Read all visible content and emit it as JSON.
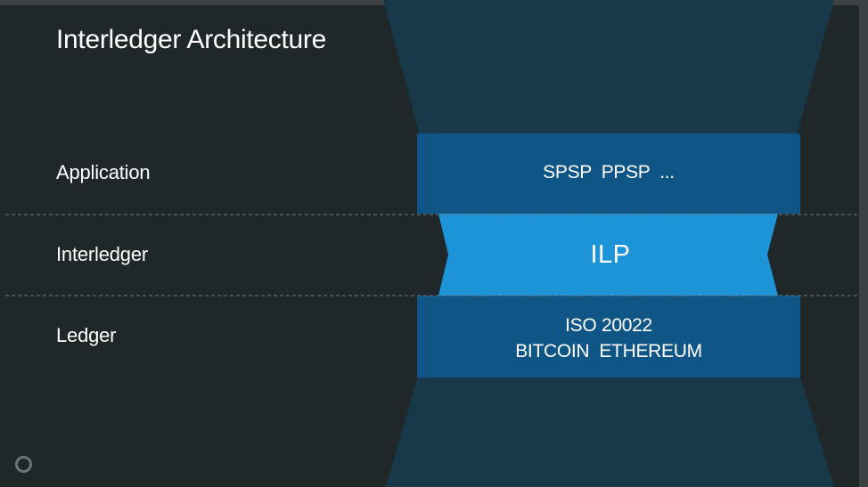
{
  "slide": {
    "title": "Interledger Architecture"
  },
  "layers": [
    {
      "label": "Application",
      "content_lines": [
        "SPSP  PPSP  ..."
      ]
    },
    {
      "label": "Interledger",
      "content_lines": [
        "ILP"
      ]
    },
    {
      "label": "Ledger",
      "content_lines": [
        "ISO 20022",
        "BITCOIN  ETHEREUM"
      ]
    }
  ],
  "colors": {
    "background": "#1f2729",
    "hourglass": "#17394a",
    "application_band": "#0f5686",
    "interledger_band": "#1e94d8",
    "ledger_band": "#0f5686",
    "divider": "#6f7b80",
    "text": "#ffffff"
  },
  "icons": {
    "slide_indicator": "circle-outline-icon"
  }
}
